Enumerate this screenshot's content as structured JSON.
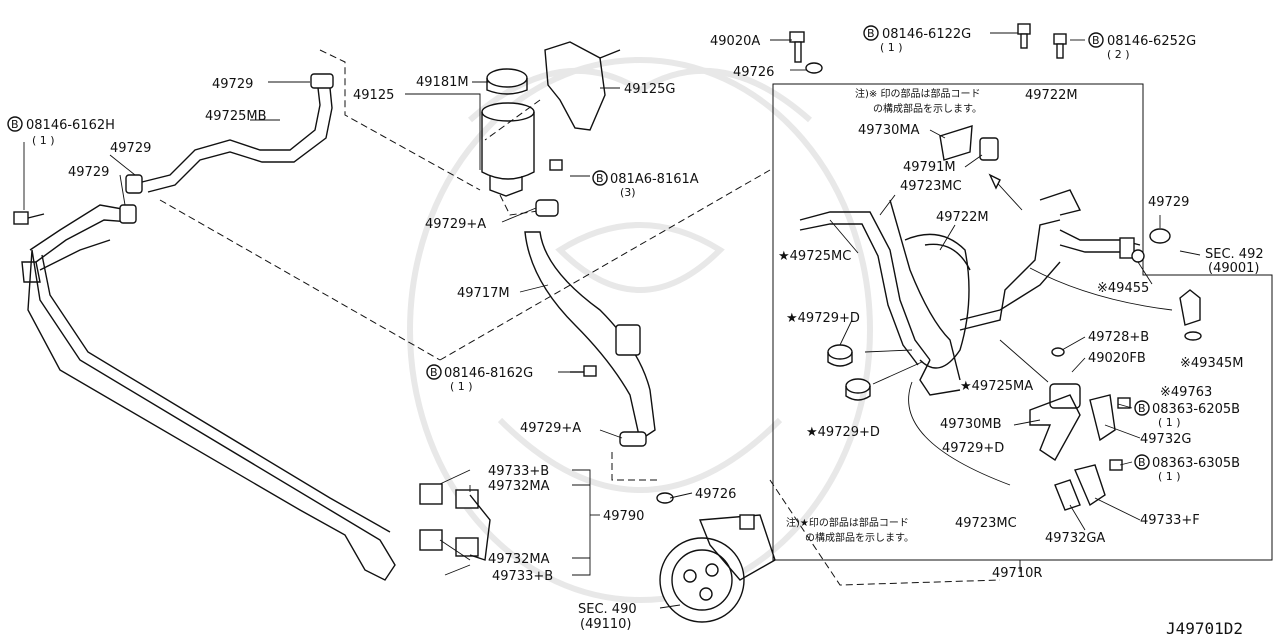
{
  "diagram_id": "J49701D2",
  "labels": {
    "p49729_a": "49729",
    "p49725mb": "49725MB",
    "p08146_6162h": "08146-6162H",
    "p08146_6162h_q": "( 1 )",
    "p49729_b": "49729",
    "p49729_c": "49729",
    "p49125": "49125",
    "p49181m": "49181M",
    "p49125g": "49125G",
    "p081a6_8161a": "081A6-8161A",
    "p081a6_8161a_q": "(3)",
    "p49729pa_top": "49729+A",
    "p49717m": "49717M",
    "p08146_8162g": "08146-8162G",
    "p08146_8162g_q": "( 1 )",
    "p49729pa_bot": "49729+A",
    "p49733pb_top": "49733+B",
    "p49732ma_top": "49732MA",
    "p49790": "49790",
    "p49732ma_bot": "49732MA",
    "p49733pb_bot": "49733+B",
    "p49726_bot": "49726",
    "sec490": "SEC. 490",
    "sec490_ref": "(49110)",
    "p49020a": "49020A",
    "p49726_top": "49726",
    "p08146_6122g": "08146-6122G",
    "p08146_6122g_q": "( 1 )",
    "p08146_6252g": "08146-6252G",
    "p08146_6252g_q": "( 2 )",
    "p49722m_top": "49722M",
    "p49730ma": "49730MA",
    "p49791m": "49791M",
    "p49723mc_top": "49723MC",
    "p49722m": "49722M",
    "p49725mc": "49725MC",
    "p49729pd_top": "49729+D",
    "p49729pd_mid": "49729+D",
    "p49725ma": "49725MA",
    "p49730mb": "49730MB",
    "p49729pd_bot": "49729+D",
    "p49729_r": "49729",
    "sec492": "SEC. 492",
    "sec492_ref": "(49001)",
    "p49455": "49455",
    "p49728pb": "49728+B",
    "p49020fb": "49020FB",
    "p49345m": "49345M",
    "p49763": "49763",
    "p08363_6205b": "08363-6205B",
    "p08363_6205b_q": "( 1 )",
    "p49732g": "49732G",
    "p08363_6305b": "08363-6305B",
    "p08363_6305b_q": "( 1 )",
    "p49733pf": "49733+F",
    "p49732ga": "49732GA",
    "p49723mc_bot": "49723MC",
    "p49710r": "49710R"
  },
  "notes": {
    "note_top_1": "注)※ 印の部品は部品コード",
    "note_top_2": "の構成部品を示します。",
    "note_bot_1": "注)★印の部品は部品コード",
    "note_bot_2": "の構成部品を示します。"
  },
  "symbols": {
    "bolt_marker": "B",
    "star": "★",
    "kome": "※"
  },
  "colors": {
    "ink": "#111111",
    "watermark": "#e8e8e8",
    "background": "#ffffff"
  }
}
